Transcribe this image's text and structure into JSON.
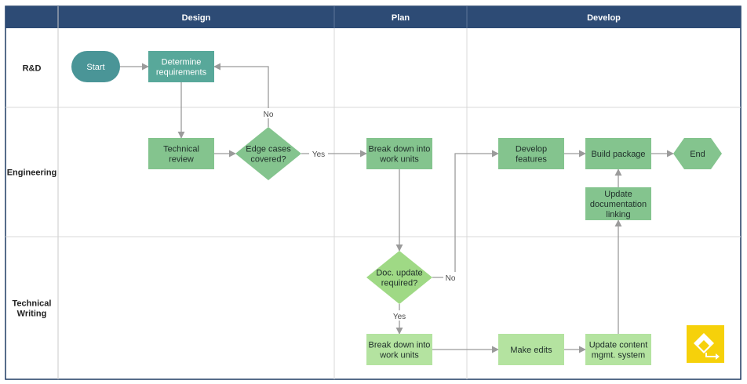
{
  "diagram": {
    "type": "swimlane-flowchart",
    "columns": [
      {
        "label": "Design"
      },
      {
        "label": "Plan"
      },
      {
        "label": "Develop"
      }
    ],
    "lanes": [
      {
        "label": [
          "R&D"
        ]
      },
      {
        "label": [
          "Engineering"
        ]
      },
      {
        "label": [
          "Technical",
          "Writing"
        ]
      }
    ],
    "colors": {
      "header": "#2d4b75",
      "border": "#1f3b63",
      "grid": "#d9d9d9",
      "start_end": "#4a9597",
      "process_dark": "#58a89a",
      "process_mid": "#84c48e",
      "process_light": "#b4e3a0",
      "decision": "#9fd985",
      "arrow": "#9b9b9b",
      "badge": "#f6d10a"
    },
    "nodes": [
      {
        "id": "start",
        "shape": "terminal",
        "fill": "start_end",
        "text": [
          "Start"
        ]
      },
      {
        "id": "req",
        "shape": "process",
        "fill": "process_dark",
        "text": [
          "Determine",
          "requirements"
        ]
      },
      {
        "id": "tech",
        "shape": "process",
        "fill": "process_mid",
        "text": [
          "Technical",
          "review"
        ]
      },
      {
        "id": "edge",
        "shape": "decision",
        "fill": "process_mid",
        "text": [
          "Edge cases",
          "covered?"
        ]
      },
      {
        "id": "bd1",
        "shape": "process",
        "fill": "process_mid",
        "text": [
          "Break down into",
          "work units"
        ]
      },
      {
        "id": "dev",
        "shape": "process",
        "fill": "process_mid",
        "text": [
          "Develop",
          "features"
        ]
      },
      {
        "id": "build",
        "shape": "process",
        "fill": "process_mid",
        "text": [
          "Build package"
        ]
      },
      {
        "id": "end",
        "shape": "hexagon",
        "fill": "process_mid",
        "text": [
          "End"
        ]
      },
      {
        "id": "upd",
        "shape": "process",
        "fill": "process_mid",
        "text": [
          "Update",
          "documentation",
          "linking"
        ]
      },
      {
        "id": "doc",
        "shape": "decision",
        "fill": "decision",
        "text": [
          "Doc. update",
          "required?"
        ]
      },
      {
        "id": "bd2",
        "shape": "process",
        "fill": "process_light",
        "text": [
          "Break down into",
          "work units"
        ]
      },
      {
        "id": "edits",
        "shape": "process",
        "fill": "process_light",
        "text": [
          "Make edits"
        ]
      },
      {
        "id": "ucms",
        "shape": "process",
        "fill": "process_light",
        "text": [
          "Update content",
          "mgmt. system"
        ]
      }
    ],
    "edges": [
      {
        "from": "start",
        "to": "req",
        "label": ""
      },
      {
        "from": "req",
        "to": "tech",
        "label": ""
      },
      {
        "from": "tech",
        "to": "edge",
        "label": ""
      },
      {
        "from": "edge",
        "to": "req",
        "label": "No"
      },
      {
        "from": "edge",
        "to": "bd1",
        "label": "Yes"
      },
      {
        "from": "bd1",
        "to": "doc",
        "label": ""
      },
      {
        "from": "doc",
        "to": "dev",
        "label": "No"
      },
      {
        "from": "doc",
        "to": "bd2",
        "label": "Yes"
      },
      {
        "from": "dev",
        "to": "build",
        "label": ""
      },
      {
        "from": "build",
        "to": "end",
        "label": ""
      },
      {
        "from": "upd",
        "to": "build",
        "label": ""
      },
      {
        "from": "bd2",
        "to": "edits",
        "label": ""
      },
      {
        "from": "edits",
        "to": "ucms",
        "label": ""
      },
      {
        "from": "ucms",
        "to": "upd",
        "label": ""
      }
    ],
    "badge_icon": "drawing-app-logo-icon"
  }
}
